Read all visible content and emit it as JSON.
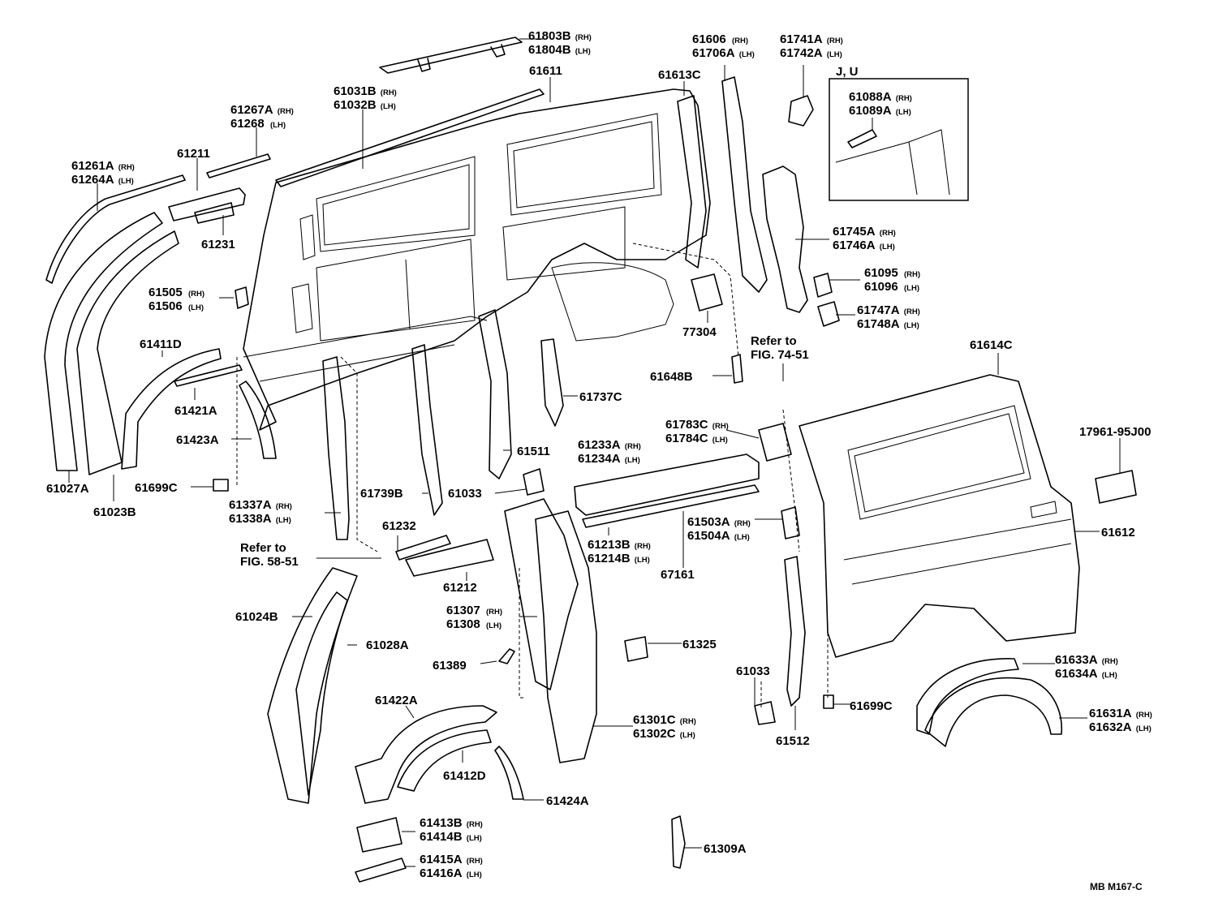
{
  "figure_code": "MB  M167-C",
  "inset_title": "J, U",
  "labels": [
    {
      "id": "61803B",
      "lines": [
        [
          "61803B",
          "(RH)"
        ],
        [
          "61804B",
          "(LH)"
        ]
      ]
    },
    {
      "id": "61611",
      "lines": [
        [
          "61611",
          ""
        ]
      ]
    },
    {
      "id": "61606",
      "lines": [
        [
          "61606",
          "(RH)"
        ],
        [
          "61706A",
          "(LH)"
        ]
      ]
    },
    {
      "id": "61741A",
      "lines": [
        [
          "61741A",
          "(RH)"
        ],
        [
          "61742A",
          "(LH)"
        ]
      ]
    },
    {
      "id": "61088A",
      "lines": [
        [
          "61088A",
          "(RH)"
        ],
        [
          "61089A",
          "(LH)"
        ]
      ]
    },
    {
      "id": "61613C",
      "lines": [
        [
          "61613C",
          ""
        ]
      ]
    },
    {
      "id": "61031B",
      "lines": [
        [
          "61031B",
          "(RH)"
        ],
        [
          "61032B",
          "(LH)"
        ]
      ]
    },
    {
      "id": "61267A",
      "lines": [
        [
          "61267A",
          "(RH)"
        ],
        [
          "61268",
          "(LH)"
        ]
      ]
    },
    {
      "id": "61261A",
      "lines": [
        [
          "61261A",
          "(RH)"
        ],
        [
          "61264A",
          "(LH)"
        ]
      ]
    },
    {
      "id": "61211",
      "lines": [
        [
          "61211",
          ""
        ]
      ]
    },
    {
      "id": "61231",
      "lines": [
        [
          "61231",
          ""
        ]
      ]
    },
    {
      "id": "61745A",
      "lines": [
        [
          "61745A",
          "(RH)"
        ],
        [
          "61746A",
          "(LH)"
        ]
      ]
    },
    {
      "id": "61095",
      "lines": [
        [
          "61095",
          "(RH)"
        ],
        [
          "61096",
          "(LH)"
        ]
      ]
    },
    {
      "id": "61747A",
      "lines": [
        [
          "61747A",
          "(RH)"
        ],
        [
          "61748A",
          "(LH)"
        ]
      ]
    },
    {
      "id": "61505",
      "lines": [
        [
          "61505",
          "(RH)"
        ],
        [
          "61506",
          "(LH)"
        ]
      ]
    },
    {
      "id": "77304",
      "lines": [
        [
          "77304",
          ""
        ]
      ]
    },
    {
      "id": "refer74",
      "lines": [
        [
          "Refer to",
          ""
        ],
        [
          "FIG. 74-51",
          ""
        ]
      ]
    },
    {
      "id": "61614C",
      "lines": [
        [
          "61614C",
          ""
        ]
      ]
    },
    {
      "id": "61411D",
      "lines": [
        [
          "61411D",
          ""
        ]
      ]
    },
    {
      "id": "61648B",
      "lines": [
        [
          "61648B",
          ""
        ]
      ]
    },
    {
      "id": "61737C",
      "lines": [
        [
          "61737C",
          ""
        ]
      ]
    },
    {
      "id": "61421A",
      "lines": [
        [
          "61421A",
          ""
        ]
      ]
    },
    {
      "id": "61783C",
      "lines": [
        [
          "61783C",
          "(RH)"
        ],
        [
          "61784C",
          "(LH)"
        ]
      ]
    },
    {
      "id": "17961",
      "lines": [
        [
          "17961-95J00",
          ""
        ]
      ]
    },
    {
      "id": "61423A",
      "lines": [
        [
          "61423A",
          ""
        ]
      ]
    },
    {
      "id": "61233A",
      "lines": [
        [
          "61233A",
          "(RH)"
        ],
        [
          "61234A",
          "(LH)"
        ]
      ]
    },
    {
      "id": "61511",
      "lines": [
        [
          "61511",
          ""
        ]
      ]
    },
    {
      "id": "61699C_a",
      "lines": [
        [
          "61699C",
          ""
        ]
      ]
    },
    {
      "id": "61027A",
      "lines": [
        [
          "61027A",
          ""
        ]
      ]
    },
    {
      "id": "61739B",
      "lines": [
        [
          "61739B",
          ""
        ]
      ]
    },
    {
      "id": "61033_a",
      "lines": [
        [
          "61033",
          ""
        ]
      ]
    },
    {
      "id": "61023B",
      "lines": [
        [
          "61023B",
          ""
        ]
      ]
    },
    {
      "id": "61337A",
      "lines": [
        [
          "61337A",
          "(RH)"
        ],
        [
          "61338A",
          "(LH)"
        ]
      ]
    },
    {
      "id": "61503A",
      "lines": [
        [
          "61503A",
          "(RH)"
        ],
        [
          "61504A",
          "(LH)"
        ]
      ]
    },
    {
      "id": "61612",
      "lines": [
        [
          "61612",
          ""
        ]
      ]
    },
    {
      "id": "61232",
      "lines": [
        [
          "61232",
          ""
        ]
      ]
    },
    {
      "id": "61213B",
      "lines": [
        [
          "61213B",
          "(RH)"
        ],
        [
          "61214B",
          "(LH)"
        ]
      ]
    },
    {
      "id": "refer58",
      "lines": [
        [
          "Refer to",
          ""
        ],
        [
          "FIG. 58-51",
          ""
        ]
      ]
    },
    {
      "id": "67161",
      "lines": [
        [
          "67161",
          ""
        ]
      ]
    },
    {
      "id": "61212",
      "lines": [
        [
          "61212",
          ""
        ]
      ]
    },
    {
      "id": "61307",
      "lines": [
        [
          "61307",
          "(RH)"
        ],
        [
          "61308",
          "(LH)"
        ]
      ]
    },
    {
      "id": "61024B",
      "lines": [
        [
          "61024B",
          ""
        ]
      ]
    },
    {
      "id": "61028A",
      "lines": [
        [
          "61028A",
          ""
        ]
      ]
    },
    {
      "id": "61325",
      "lines": [
        [
          "61325",
          ""
        ]
      ]
    },
    {
      "id": "61389",
      "lines": [
        [
          "61389",
          ""
        ]
      ]
    },
    {
      "id": "61633A",
      "lines": [
        [
          "61633A",
          "(RH)"
        ],
        [
          "61634A",
          "(LH)"
        ]
      ]
    },
    {
      "id": "61033_b",
      "lines": [
        [
          "61033",
          ""
        ]
      ]
    },
    {
      "id": "61699C_b",
      "lines": [
        [
          "61699C",
          ""
        ]
      ]
    },
    {
      "id": "61422A",
      "lines": [
        [
          "61422A",
          ""
        ]
      ]
    },
    {
      "id": "61301C",
      "lines": [
        [
          "61301C",
          "(RH)"
        ],
        [
          "61302C",
          "(LH)"
        ]
      ]
    },
    {
      "id": "61631A",
      "lines": [
        [
          "61631A",
          "(RH)"
        ],
        [
          "61632A",
          "(LH)"
        ]
      ]
    },
    {
      "id": "61512",
      "lines": [
        [
          "61512",
          ""
        ]
      ]
    },
    {
      "id": "61412D",
      "lines": [
        [
          "61412D",
          ""
        ]
      ]
    },
    {
      "id": "61424A",
      "lines": [
        [
          "61424A",
          ""
        ]
      ]
    },
    {
      "id": "61413B",
      "lines": [
        [
          "61413B",
          "(RH)"
        ],
        [
          "61414B",
          "(LH)"
        ]
      ]
    },
    {
      "id": "61309A",
      "lines": [
        [
          "61309A",
          ""
        ]
      ]
    },
    {
      "id": "61415A",
      "lines": [
        [
          "61415A",
          "(RH)"
        ],
        [
          "61416A",
          "(LH)"
        ]
      ]
    }
  ]
}
